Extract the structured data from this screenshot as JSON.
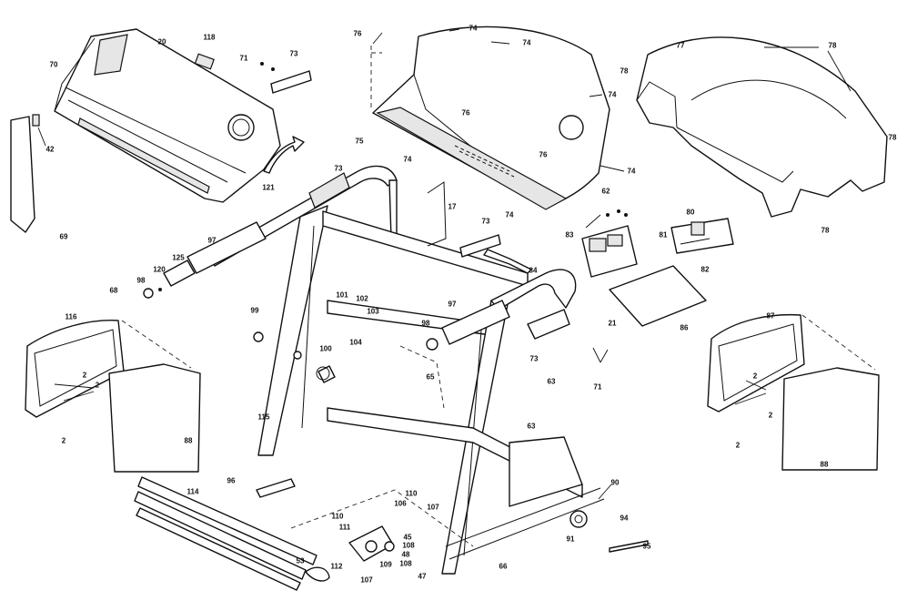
{
  "diagram": {
    "callouts": [
      {
        "id": "c1",
        "text": "20"
      },
      {
        "id": "c2",
        "text": "118"
      },
      {
        "id": "c3",
        "text": "70"
      },
      {
        "id": "c4",
        "text": "71"
      },
      {
        "id": "c5",
        "text": "73"
      },
      {
        "id": "c6",
        "text": "42"
      },
      {
        "id": "c7",
        "text": "121"
      },
      {
        "id": "c8",
        "text": "76"
      },
      {
        "id": "c9",
        "text": "74"
      },
      {
        "id": "c10",
        "text": "74"
      },
      {
        "id": "c11",
        "text": "74"
      },
      {
        "id": "c12",
        "text": "76"
      },
      {
        "id": "c13",
        "text": "75"
      },
      {
        "id": "c14",
        "text": "74"
      },
      {
        "id": "c15",
        "text": "76"
      },
      {
        "id": "c16",
        "text": "74"
      },
      {
        "id": "c17",
        "text": "74"
      },
      {
        "id": "c18",
        "text": "77"
      },
      {
        "id": "c19",
        "text": "78"
      },
      {
        "id": "c20",
        "text": "78"
      },
      {
        "id": "c21",
        "text": "78"
      },
      {
        "id": "c22",
        "text": "78"
      },
      {
        "id": "c23",
        "text": "73"
      },
      {
        "id": "c24",
        "text": "97"
      },
      {
        "id": "c25",
        "text": "125"
      },
      {
        "id": "c26",
        "text": "120"
      },
      {
        "id": "c27",
        "text": "98"
      },
      {
        "id": "c28",
        "text": "69"
      },
      {
        "id": "c29",
        "text": "68"
      },
      {
        "id": "c30",
        "text": "17"
      },
      {
        "id": "c31",
        "text": "73"
      },
      {
        "id": "c32",
        "text": "84"
      },
      {
        "id": "c33",
        "text": "62"
      },
      {
        "id": "c34",
        "text": "83"
      },
      {
        "id": "c35",
        "text": "80"
      },
      {
        "id": "c36",
        "text": "81"
      },
      {
        "id": "c37",
        "text": "82"
      },
      {
        "id": "c38",
        "text": "21"
      },
      {
        "id": "c39",
        "text": "86"
      },
      {
        "id": "c40",
        "text": "116"
      },
      {
        "id": "c41",
        "text": "2"
      },
      {
        "id": "c42",
        "text": "2"
      },
      {
        "id": "c43",
        "text": "2"
      },
      {
        "id": "c44",
        "text": "88"
      },
      {
        "id": "c45",
        "text": "99"
      },
      {
        "id": "c46",
        "text": "101"
      },
      {
        "id": "c47",
        "text": "102"
      },
      {
        "id": "c48",
        "text": "103"
      },
      {
        "id": "c49",
        "text": "104"
      },
      {
        "id": "c50",
        "text": "100"
      },
      {
        "id": "c51",
        "text": "65"
      },
      {
        "id": "c52",
        "text": "97"
      },
      {
        "id": "c53",
        "text": "98"
      },
      {
        "id": "c54",
        "text": "73"
      },
      {
        "id": "c55",
        "text": "71"
      },
      {
        "id": "c56",
        "text": "87"
      },
      {
        "id": "c57",
        "text": "2"
      },
      {
        "id": "c58",
        "text": "2"
      },
      {
        "id": "c59",
        "text": "2"
      },
      {
        "id": "c60",
        "text": "88"
      },
      {
        "id": "c61",
        "text": "115"
      },
      {
        "id": "c62",
        "text": "63"
      },
      {
        "id": "c63",
        "text": "63"
      },
      {
        "id": "c64",
        "text": "96"
      },
      {
        "id": "c65",
        "text": "114"
      },
      {
        "id": "c66",
        "text": "110"
      },
      {
        "id": "c67",
        "text": "110"
      },
      {
        "id": "c68",
        "text": "106"
      },
      {
        "id": "c69",
        "text": "107"
      },
      {
        "id": "c70",
        "text": "111"
      },
      {
        "id": "c71",
        "text": "45"
      },
      {
        "id": "c72",
        "text": "108"
      },
      {
        "id": "c73",
        "text": "48"
      },
      {
        "id": "c74",
        "text": "108"
      },
      {
        "id": "c75",
        "text": "47"
      },
      {
        "id": "c76",
        "text": "109"
      },
      {
        "id": "c77",
        "text": "107"
      },
      {
        "id": "c78",
        "text": "112"
      },
      {
        "id": "c79",
        "text": "53"
      },
      {
        "id": "c80",
        "text": "90"
      },
      {
        "id": "c81",
        "text": "91"
      },
      {
        "id": "c82",
        "text": "94"
      },
      {
        "id": "c83",
        "text": "95"
      },
      {
        "id": "c84",
        "text": "66"
      }
    ]
  }
}
